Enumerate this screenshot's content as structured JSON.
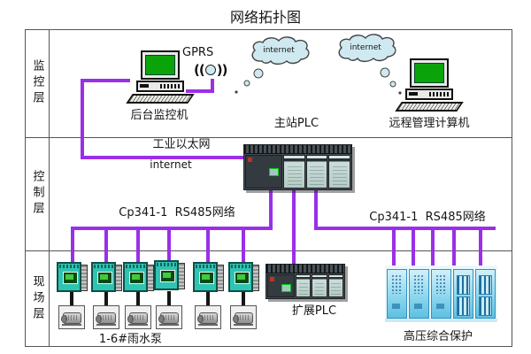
{
  "title": "网络拓扑图",
  "colors": {
    "wire": "#9b2fe8",
    "cloud_fill": "#cfe9f1",
    "drive_teal": "#2fc3b4",
    "screen_green": "#0aa30a",
    "cabinet_cyan": "#7fd0ea"
  },
  "layers": {
    "monitoring": "监控层",
    "control": "控制层",
    "field": "现场层"
  },
  "monitoring": {
    "backstage_pc": "后台监控机",
    "gprs": "GPRS",
    "cloud_left": "internet",
    "cloud_right": "internet",
    "main_plc": "主站PLC",
    "remote_pc": "远程管理计算机"
  },
  "control": {
    "ethernet_cn": "工业以太网",
    "ethernet_en": "internet",
    "rs485_left": "Cp341-1  RS485网络",
    "rs485_right": "Cp341-1  RS485网络"
  },
  "field": {
    "pumps": "1-6#雨水泵",
    "expansion_plc": "扩展PLC",
    "hv_protection": "高压综合保护"
  }
}
